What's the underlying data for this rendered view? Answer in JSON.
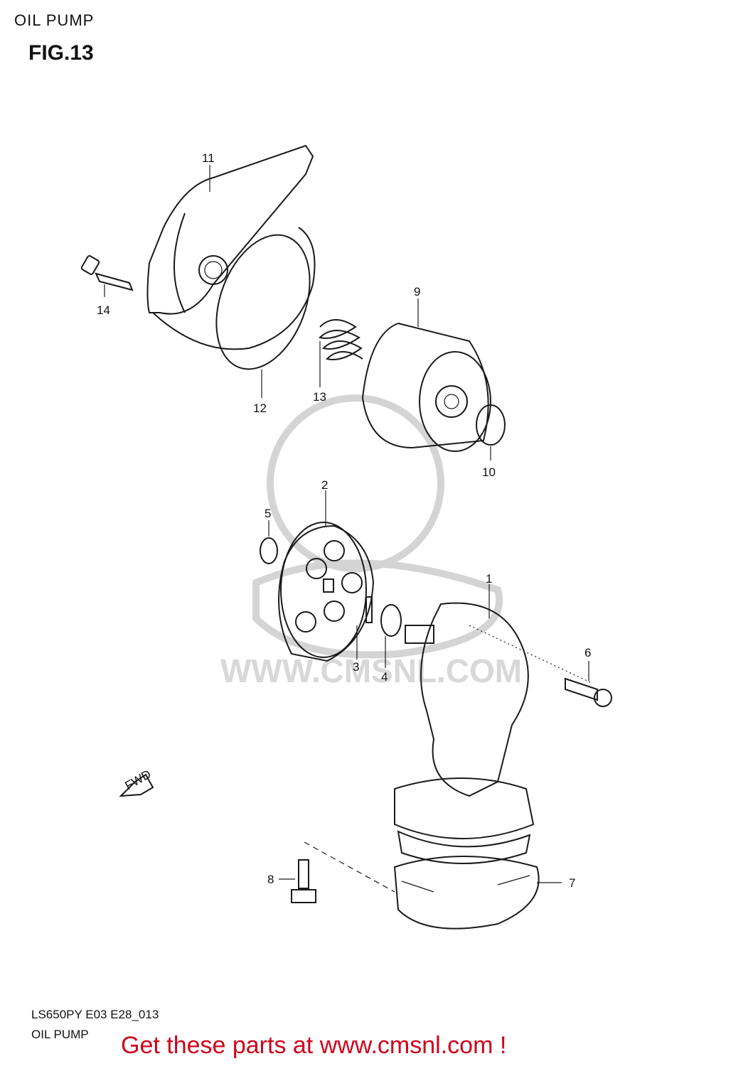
{
  "header": {
    "title": "OIL PUMP",
    "figure": "FIG.13"
  },
  "callouts": [
    "1",
    "2",
    "3",
    "4",
    "5",
    "6",
    "7",
    "8",
    "9",
    "10",
    "11",
    "12",
    "13",
    "14"
  ],
  "watermark": {
    "text": "WWW.CMSNL.COM"
  },
  "fwd_label": "FWD",
  "footer": {
    "model_code": "LS650PY E03 E28_013",
    "subtitle": "OIL PUMP",
    "promo": "Get these parts at www.cmsnl.com !",
    "promo_color": "#d0021b"
  }
}
